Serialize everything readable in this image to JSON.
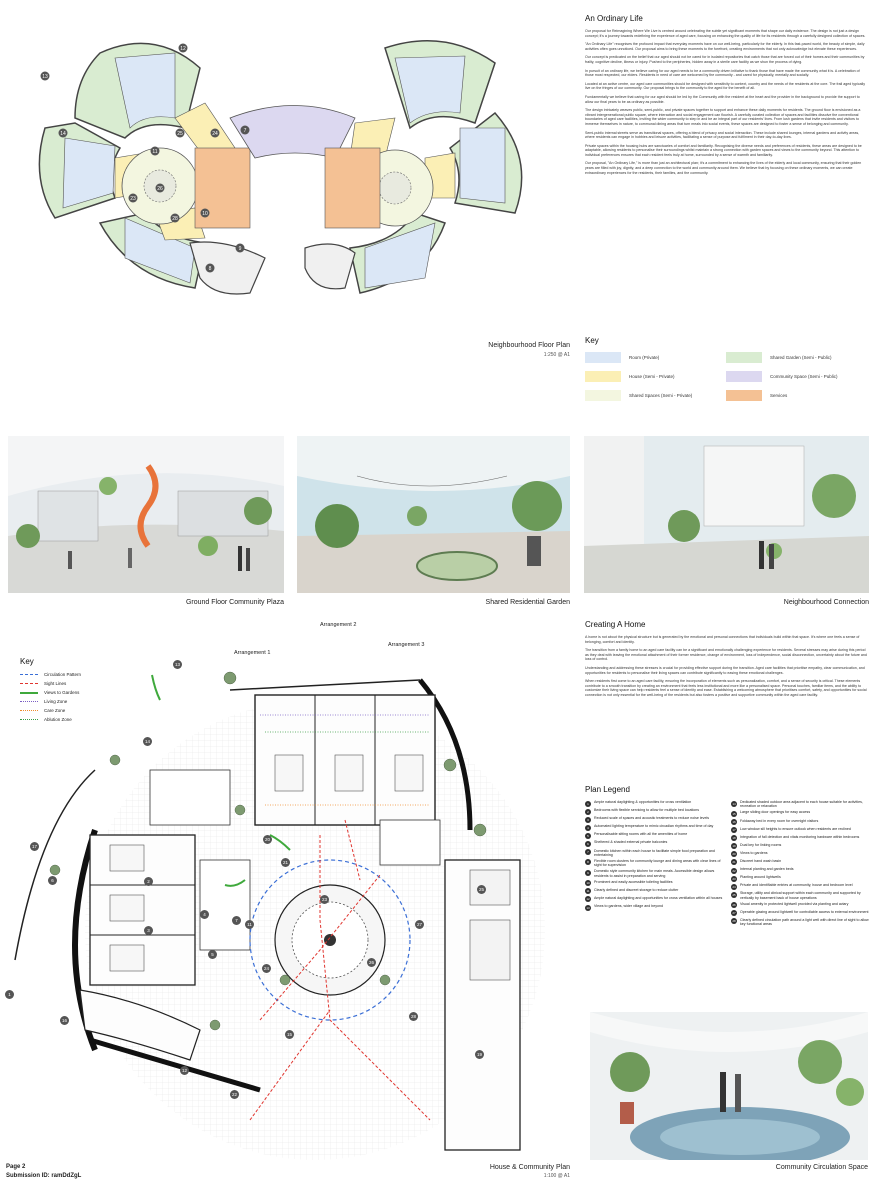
{
  "ordinary_life": {
    "title": "An Ordinary Life",
    "paragraphs": [
      "Our proposal for Reimagining Where We Live is centred around celebrating the subtle yet significant moments that shape our daily existence. The design is not just a design concept; it's a journey towards redefining the experience of aged care, focusing on enhancing the quality of life for its residents through a carefully designed collection of spaces.",
      "\"An Ordinary Life\" recognises the profound impact that everyday moments have on our well-being, particularly for the elderly. In this fast-paced world, the beauty of simple, daily activities often goes unnoticed. Our proposal aims to bring these moments to the forefront, creating environments that not only acknowledge but elevate these experiences.",
      "Our concept is predicated on the belief that our aged should not be cared for in isolated repositories that catch those that are forced out of their homes and their communities by frailty, cognitive decline, illness or injury. Pushed to the peripheries, hidden away in a sterile care facility as we shun the process of dying.",
      "In pursuit of an ordinary life, we believe caring for our aged needs to be a community driven initiative to thank those that have made the community what it is. A celebration of those most respected, our elders. Residents in need of care are welcomed by the community - and cared for physically, mentally and socially.",
      "Located at an active centre, our aged care communities should be designed with sensitivity to context, country and the needs of the residents at the core. The frail aged typically live on the fringes of our community. Our proposal brings to the community to the aged for the benefit of all.",
      "Fundamentally we believe that caring for our aged should be led by the Community with the resident at the heart and the provider in the background to provide the support to allow our final years to be as ordinary as possible.",
      "The design intricately weaves public, semi-public, and private spaces together to support and enhance these daily moments for residents. The ground floor is envisioned as a vibrant intergenerational public square, where interaction and social engagement can flourish. A carefully curated collection of spaces and facilities dissolve the conventional boundaries of aged care facilities, inviting the wider community to step in and be an integral part of our residents' lives. From lush gardens that invite residents and visitors to immerse themselves in nature, to communal dining areas that turn meals into social events, these spaces are designed to foster a sense of belonging and community.",
      "Semi-public internal streets serve as transitional spaces, offering a blend of privacy and social interaction. These include shared lounges, internal gardens and activity areas, where residents can engage in hobbies and leisure activities, facilitating a sense of purpose and fulfilment in their day-to-day lives.",
      "Private spaces within the housing hubs are sanctuaries of comfort and familiarity. Recognising the diverse needs and preferences of residents, these areas are designed to be adaptable, allowing residents to personalise their surroundings whilst maintain a strong connection with garden spaces and views to the community beyond. This attention to individual preferences ensures that each resident feels truly at home, surrounded by a sense of warmth and familiarity.",
      "Our proposal, \"An Ordinary Life,\" is more than just an architectural plan; it's a commitment to enhancing the lives of the elderly and local community, ensuring that their golden years are filled with joy, dignity, and a deep connection to the world and community around them. We believe that by focusing on these ordinary moments, we can create extraordinary experiences for the residents, their families, and the community."
    ]
  },
  "floor_plan": {
    "title": "Neighbourhood Floor Plan",
    "scale": "1:250 @ A1",
    "numbers": [
      "12",
      "13",
      "14",
      "24",
      "25",
      "7",
      "11",
      "26",
      "23",
      "28",
      "10",
      "9",
      "8"
    ]
  },
  "key_top": {
    "title": "Key",
    "items": [
      {
        "label": "Room (Private)",
        "color": "#dbe7f6"
      },
      {
        "label": "Shared Garden (Semi - Public)",
        "color": "#d9ecd1"
      },
      {
        "label": "House (Semi - Private)",
        "color": "#fbefb5"
      },
      {
        "label": "Community Space (Semi - Public)",
        "color": "#dcd8f0"
      },
      {
        "label": "Shared Spaces (Semi - Private)",
        "color": "#f3f6e0"
      },
      {
        "label": "Services",
        "color": "#f4c194"
      }
    ]
  },
  "renders": {
    "plaza": "Ground Floor Community Plaza",
    "garden": "Shared Residential Garden",
    "connection": "Neighbourhood Connection",
    "circulation": "Community Circulation Space"
  },
  "house_plan": {
    "title": "House & Community Plan",
    "scale": "1:100 @ A1",
    "arrangements": [
      "Arrangement 1",
      "Arrangement 2",
      "Arrangement 3"
    ],
    "numbers": [
      "13",
      "14",
      "17",
      "6",
      "2",
      "3",
      "4",
      "5",
      "16",
      "1",
      "12",
      "15",
      "20",
      "21",
      "22",
      "27",
      "23",
      "26",
      "28",
      "19",
      "25",
      "7",
      "11",
      "24"
    ]
  },
  "key_plan": {
    "title": "Key",
    "items": [
      {
        "label": "Circulation Pattern",
        "color": "#3b6fd6",
        "style": "dashed"
      },
      {
        "label": "Sight Lines",
        "color": "#e0352f",
        "style": "dashed"
      },
      {
        "label": "Views to Gardens",
        "color": "#3fa93c",
        "style": "wave"
      },
      {
        "label": "Living Zone",
        "color": "#7b5fc4",
        "style": "dotted"
      },
      {
        "label": "Care Zone",
        "color": "#f08c2e",
        "style": "dotted"
      },
      {
        "label": "Ablution Zone",
        "color": "#3a9c45",
        "style": "dotted"
      }
    ]
  },
  "creating_home": {
    "title": "Creating A Home",
    "paragraphs": [
      "A home is not about the physical structure but is generated by the emotional and personal connections that individuals build within that space. It's where one feels a sense of belonging, comfort and identity.",
      "The transition from a family home to an aged care facility can be a significant and emotionally challenging experience for residents. Several stresses may arise during this period as they deal with leaving the emotional attachment of their former residence, change of environment, loss of independence, social disconnection, uncertainty about the future and loss of control.",
      "Understanding and addressing these stresses is crucial for providing effective support during the transition. Aged care facilities that prioritise empathy, clear communication, and opportunities for residents to personalise their living spaces can contribute significantly to easing these emotional challenges.",
      "When residents first come to an aged care facility, ensuring the incorporation of elements such as personalization, comfort, and a sense of security is critical. These elements contribute to a smooth transition by creating an environment that feels less institutional and more like a personalised space. Personal touches, familiar items, and the ability to customize their living space can help residents feel a sense of identity and ease. Establishing a welcoming atmosphere that prioritises comfort, safety, and opportunities for social connection is not only essential for the well-being of the residents but also fosters a positive and supportive community within the aged care facility."
    ]
  },
  "legend": {
    "title": "Plan Legend",
    "left": [
      "Ample natural daylighting & opportunities for cross ventilation",
      "Bedrooms with flexible servicing to allow for multiple bed locations",
      "Reduced scale of spaces and acoustic treatments to reduce noise levels",
      "Automated lighting temperature to mimic circadian rhythms and time of day",
      "Personalisable sitting rooms with all the amenities of home",
      "Sheltered & shaded external private balconies",
      "Domestic kitchen within each house to facilitate simple food preparation and entertaining",
      "Flexible room clusters for community lounge and dining areas with clear lines of sight for supervision",
      "Domestic style community kitchen for main meals. Accessible design allows residents to assist in preparation and serving",
      "Prominent and easily accessible toileting facilities",
      "Clearly defined and discreet storage to reduce clutter",
      "Ample natural daylighting and opportunities for cross ventilation within all houses",
      "Views to gardens, wider village and beyond"
    ],
    "right": [
      "Dedicated shaded outdoor area adjacent to each house suitable for activities, recreation or relaxation",
      "Large sliding door openings for easy access",
      "Foldaway bed in every room for overnight visitors",
      "Low window sill heights to ensure outlook when residents are reclined",
      "Integration of fall detection and vitals monitoring hardware within bedrooms",
      "Dual key for linking rooms",
      "Views to gardens",
      "Discreet hand wash basin",
      "Internal planting and garden beds",
      "Planting around lightwells",
      "Private and identifiable entries at community, house and bedroom level",
      "Storage, utility and clinical support within each community and supported by vertically by basement back of house operations",
      "Visual amenity in protected lightwell provided via planting and aviary",
      "Operable glazing around lightwell for controllable access to external environment",
      "Clearly defined circulation path around a light well with direct line of sight to allow key functional areas"
    ]
  },
  "footer": {
    "page": "Page 2",
    "submission": "Submission ID: ramDdZgL"
  }
}
